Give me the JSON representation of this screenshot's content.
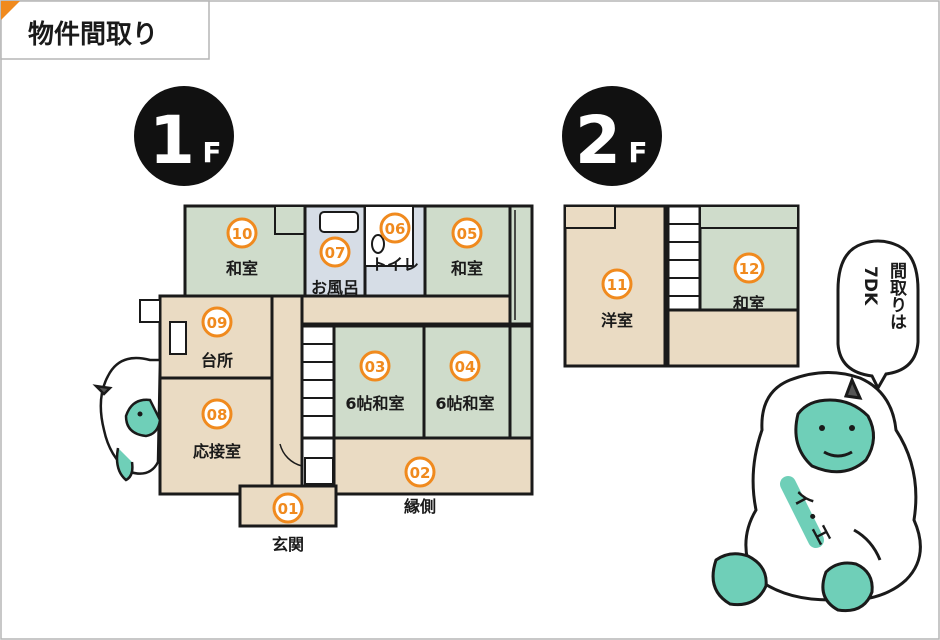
{
  "header": {
    "title": "物件間取り"
  },
  "floors": [
    {
      "id": "1f",
      "number": "1",
      "suffix": "F"
    },
    {
      "id": "2f",
      "number": "2",
      "suffix": "F"
    }
  ],
  "rooms": [
    {
      "id": "10",
      "num": "10",
      "name": "和室"
    },
    {
      "id": "07",
      "num": "07",
      "name": "お風呂"
    },
    {
      "id": "06",
      "num": "06",
      "name": "トイレ"
    },
    {
      "id": "05",
      "num": "05",
      "name": "和室"
    },
    {
      "id": "09",
      "num": "09",
      "name": "台所"
    },
    {
      "id": "03",
      "num": "03",
      "name": "6帖和室"
    },
    {
      "id": "04",
      "num": "04",
      "name": "6帖和室"
    },
    {
      "id": "08",
      "num": "08",
      "name": "応接室"
    },
    {
      "id": "02",
      "num": "02",
      "name": "縁側"
    },
    {
      "id": "01",
      "num": "01",
      "name": "玄関"
    },
    {
      "id": "11",
      "num": "11",
      "name": "洋室"
    },
    {
      "id": "12",
      "num": "12",
      "name": "和室"
    }
  ],
  "speech_bubble": {
    "lines": [
      "間取りは",
      "7DK"
    ]
  },
  "mascot": {
    "sash": "イ・エ"
  },
  "colors": {
    "tatami": "#cfdccb",
    "wood": "#eadbc3",
    "tile": "#d6dde6",
    "badge": "#f08a1e",
    "accent": "#f08a1e",
    "wall": "#1a1a1a",
    "mascot_face": "#6fcfb8"
  }
}
